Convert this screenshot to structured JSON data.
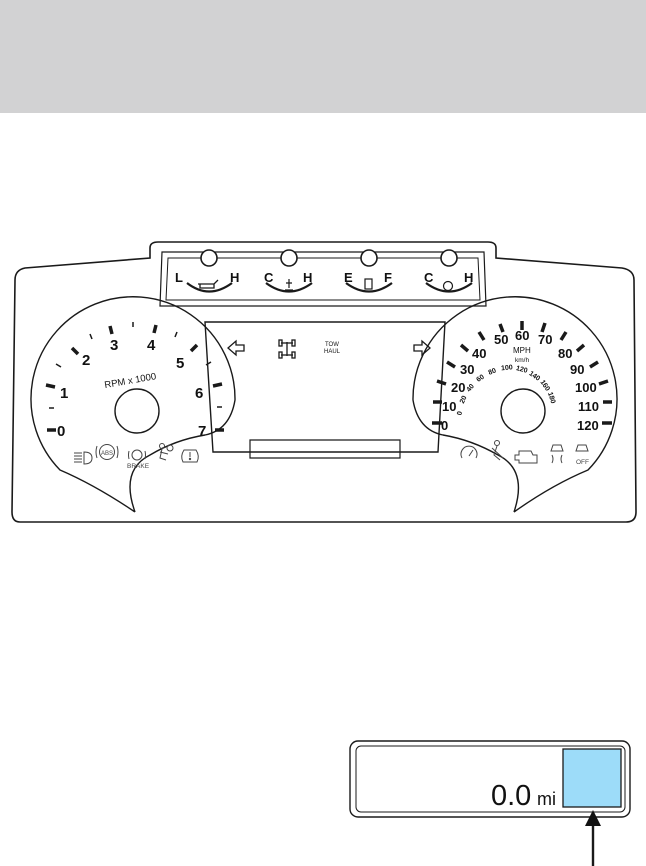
{
  "gauges": {
    "oil_pressure": {
      "low": "L",
      "high": "H"
    },
    "engine_coolant": {
      "low": "C",
      "high": "H"
    },
    "fuel": {
      "low": "E",
      "high": "F"
    },
    "transmission": {
      "low": "C",
      "high": "H"
    }
  },
  "tachometer": {
    "label": "RPM x 1000",
    "ticks": [
      "0",
      "1",
      "2",
      "3",
      "4",
      "5",
      "6",
      "7"
    ]
  },
  "speedometer": {
    "mph_label": "MPH",
    "kmh_label": "km/h",
    "mph_ticks": [
      "0",
      "10",
      "20",
      "30",
      "40",
      "50",
      "60",
      "70",
      "80",
      "90",
      "100",
      "110",
      "120"
    ],
    "kmh_ticks": [
      "0",
      "20",
      "40",
      "60",
      "80",
      "100",
      "120",
      "140",
      "160",
      "180"
    ]
  },
  "center_display": {
    "tow_haul_line1": "TOW",
    "tow_haul_line2": "HAUL"
  },
  "warning_lights": {
    "abs": "ABS",
    "brake": "BRAKE",
    "traction_off": "OFF"
  },
  "odometer_inset": {
    "value": "0.0",
    "unit": "mi",
    "highlight_color": "#9ddcf9"
  },
  "colors": {
    "header_band": "#d2d2d3",
    "line": "#1a1a1a"
  }
}
